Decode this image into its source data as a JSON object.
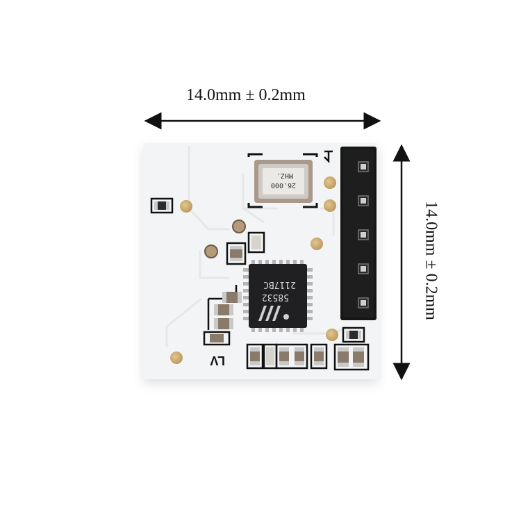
{
  "dimensions": {
    "width_label": "14.0mm ± 0.2mm",
    "height_label": "14.0mm ± 0.2mm"
  },
  "crystal": {
    "line1": "26.000",
    "line2": "MHZ."
  },
  "chip": {
    "line1": "58532",
    "line2": "2117BC"
  },
  "silkscreen": {
    "mark": "LV"
  },
  "colors": {
    "board": "#f4f5f6",
    "chip": "#1f1f21",
    "header": "#151515",
    "pad": "#c9a86a",
    "dimension_line": "#111111"
  }
}
